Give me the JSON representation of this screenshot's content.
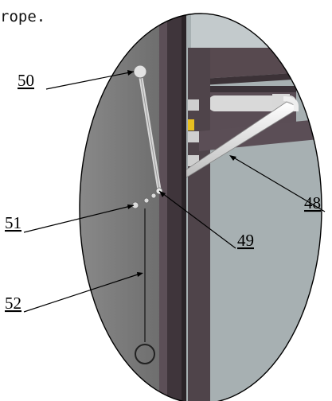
{
  "caption_text": "rope.",
  "callouts": {
    "c48": "48",
    "c49": "49",
    "c50": "50",
    "c51": "51",
    "c52": "52"
  },
  "colors": {
    "wall": "#7a7a7a",
    "post_dark": "#3b3238",
    "post_mid": "#5a4d55",
    "frame": "#4a4247",
    "rod": "#e8e8e8",
    "accent_yellow": "#e8c020",
    "background_panel": "#9aa3a6"
  }
}
